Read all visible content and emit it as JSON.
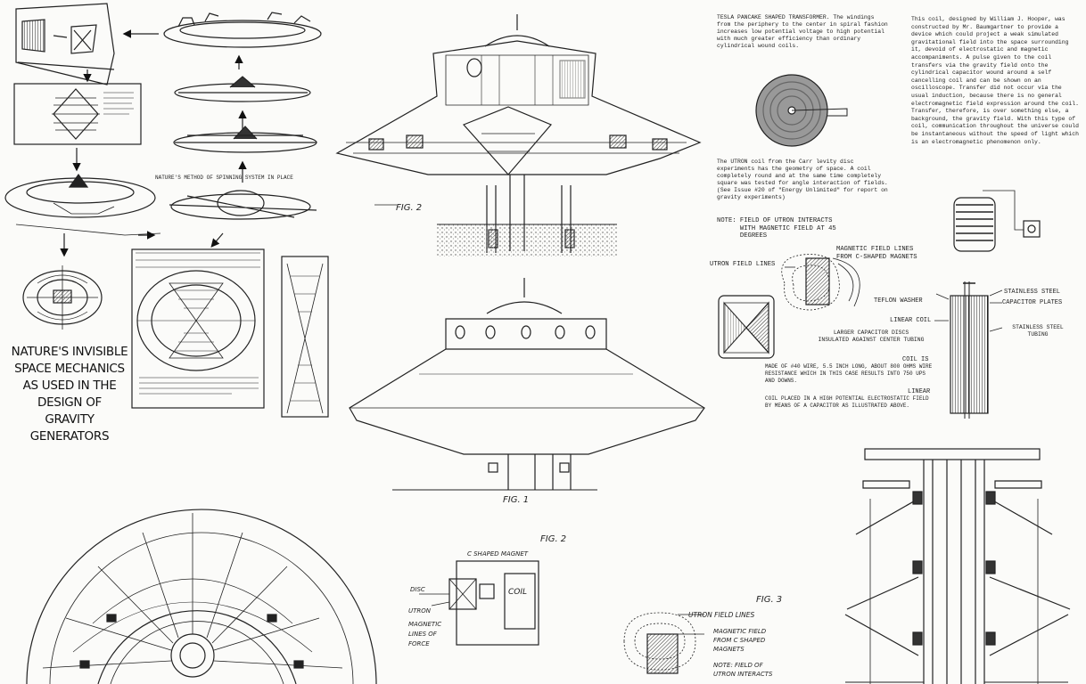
{
  "poster": {
    "title_lines": [
      "NATURE'S INVISIBLE",
      "SPACE MECHANICS",
      "AS USED IN THE",
      "DESIGN OF",
      "GRAVITY  GENERATORS"
    ],
    "flow_caption": "NATURE'S METHOD OF SPINNING SYSTEM IN PLACE"
  },
  "figures": {
    "fig2_label": "FIG. 2",
    "fig1_label": "FIG. 1",
    "fig2_small": "FIG. 2",
    "fig3_small": "FIG. 3"
  },
  "texts": {
    "tesla_coil": "TESLA PANCAKE SHAPED TRANSFORMER. The windings from the periphery to the center in spiral fashion increases low potential voltage to high potential with much greater efficiency than ordinary cylindrical wound coils.",
    "hooper_coil": "This coil, designed by William J. Hooper, was constructed by Mr. Baumgartner to provide a device which could project a weak simulated gravitational field into the space surrounding it, devoid of electrostatic and magnetic accompaniments. A pulse given to the coil transfers via the gravity field onto the cylindrical capacitor wound around a self cancelling coil and can be shown on an oscilloscope. Transfer did not occur via the usual induction, because there is no general electromagnetic field expression around the coil. Transfer, therefore, is over something else, a background, the gravity field. With this type of coil, communication throughout the universe could be instantaneous without the speed of light which is an electromagnetic phenomenon only.",
    "utron_coil": "The UTRON coil from the Carr levity disc experiments has the geometry of space. A coil completely round and at the same time completely square was tested for angle interaction of fields. (See Issue #20 of \"Energy Unlimited\" for report on gravity experiments)",
    "note_utron": "NOTE: FIELD OF UTRON INTERACTS\n      WITH MAGNETIC FIELD AT 45\n      DEGREES",
    "utron_field_lines": "UTRON FIELD LINES",
    "magnetic_field_lines": "MAGNETIC FIELD LINES\nFROM C-SHAPED MAGNETS",
    "teflon_washer": "TEFLON WASHER",
    "linear_coil": "LINEAR COIL",
    "larger_capacitor": "LARGER CAPACITOR DISCS\nINSULATED AGAINST CENTER TUBING",
    "coil_is": "COIL IS",
    "coil_desc": "MADE OF #40 WIRE, 5.5 INCH LONG, ABOUT 800 OHMS WIRE RESISTANCE WHICH IN THIS CASE RESULTS INTO 750 UPS AND DOWNS.",
    "linear_label": "LINEAR",
    "coil_placed": "COIL PLACED IN A HIGH POTENTIAL ELECTROSTATIC FIELD BY MEANS OF A CAPACITOR AS ILLUSTRATED ABOVE.",
    "stainless_steel": "STAINLESS   STEEL",
    "capacitor_plates": "CAPACITOR     PLATES",
    "stainless_tubing": "STAINLESS STEEL\nTUBING"
  },
  "handwritten": {
    "c_shaped_magnet": "C SHAPED MAGNET",
    "coil": "COIL",
    "disc": "DISC",
    "utron": "UTRON",
    "magnetic_lines": "MAGNETIC\nLINES OF\nFORCE",
    "utron_field_lines": "UTRON FIELD LINES",
    "magnetic_field": "MAGNETIC FIELD\nFROM C SHAPED\nMAGNETS",
    "note_field": "NOTE: FIELD OF\nUTRON INTERACTS"
  }
}
